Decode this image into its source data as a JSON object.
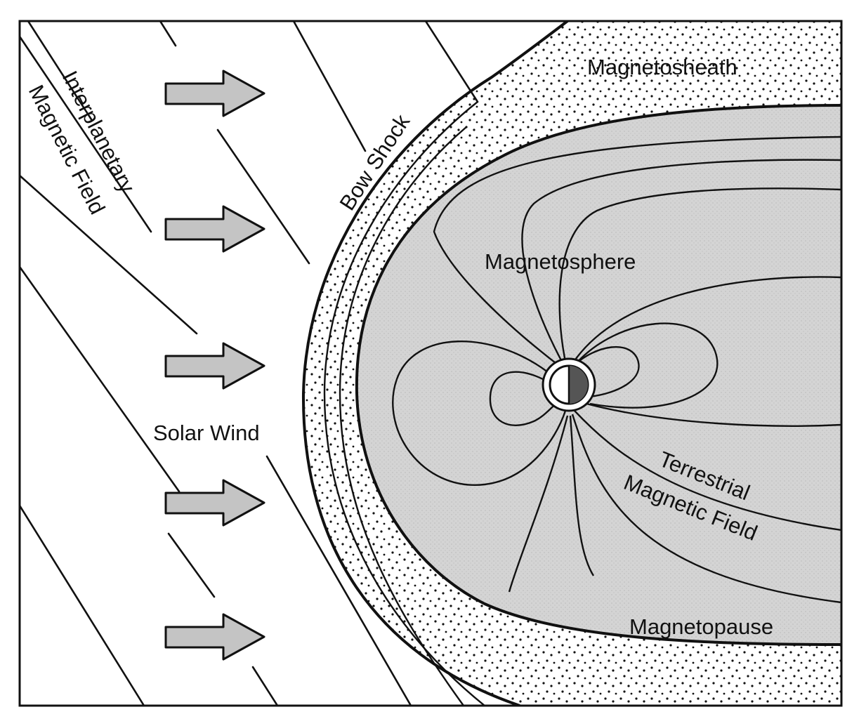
{
  "labels": {
    "interplanetary_line1": "Interplanetary",
    "interplanetary_line2": "Magnetic Field",
    "bow_shock": "Bow Shock",
    "magnetosheath": "Magnetosheath",
    "magnetosphere": "Magnetosphere",
    "solar_wind": "Solar Wind",
    "terrestrial_line1": "Terrestrial",
    "terrestrial_line2": "Magnetic Field",
    "magnetopause": "Magnetopause"
  },
  "colors": {
    "ink": "#111111",
    "magnetosphere_fill": "#d4d4d4",
    "arrow_fill": "#c4c4c4",
    "background": "#ffffff",
    "earth_night": "#555555"
  }
}
